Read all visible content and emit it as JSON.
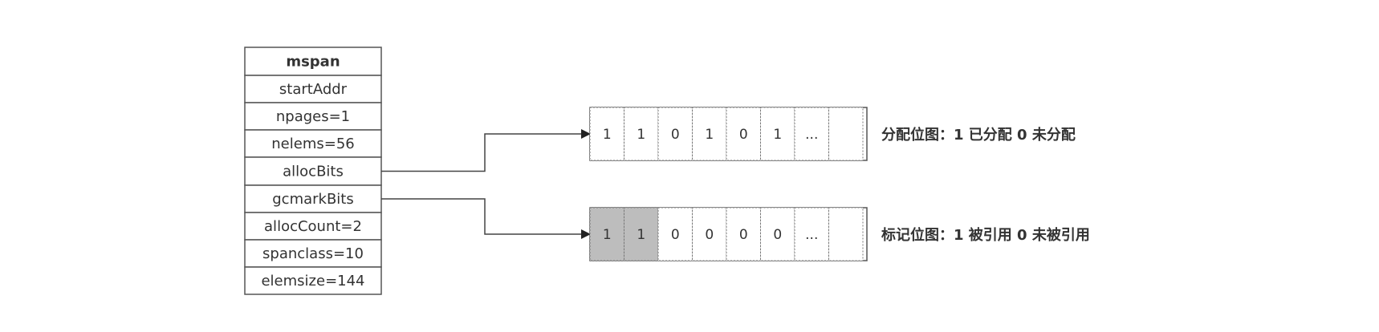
{
  "mspan": {
    "title": "mspan",
    "fields": [
      "startAddr",
      "npages=1",
      "nelems=56",
      "allocBits",
      "gcmarkBits",
      "allocCount=2",
      "spanclass=10",
      "elemsize=144"
    ]
  },
  "bitmaps": [
    {
      "name": "allocBits",
      "cells": [
        "1",
        "1",
        "0",
        "1",
        "0",
        "1",
        "...",
        ""
      ],
      "highlighted": [
        false,
        false,
        false,
        false,
        false,
        false,
        false,
        false
      ],
      "legend": "分配位图：1 已分配  0 未分配"
    },
    {
      "name": "gcmarkBits",
      "cells": [
        "1",
        "1",
        "0",
        "0",
        "0",
        "0",
        "...",
        ""
      ],
      "highlighted": [
        true,
        true,
        false,
        false,
        false,
        false,
        false,
        false
      ],
      "legend": "标记位图：1 被引用  0 未被引用"
    }
  ],
  "colors": {
    "highlight": "#bdbdbd",
    "cell": "#ffffff",
    "stroke": "#555555"
  }
}
